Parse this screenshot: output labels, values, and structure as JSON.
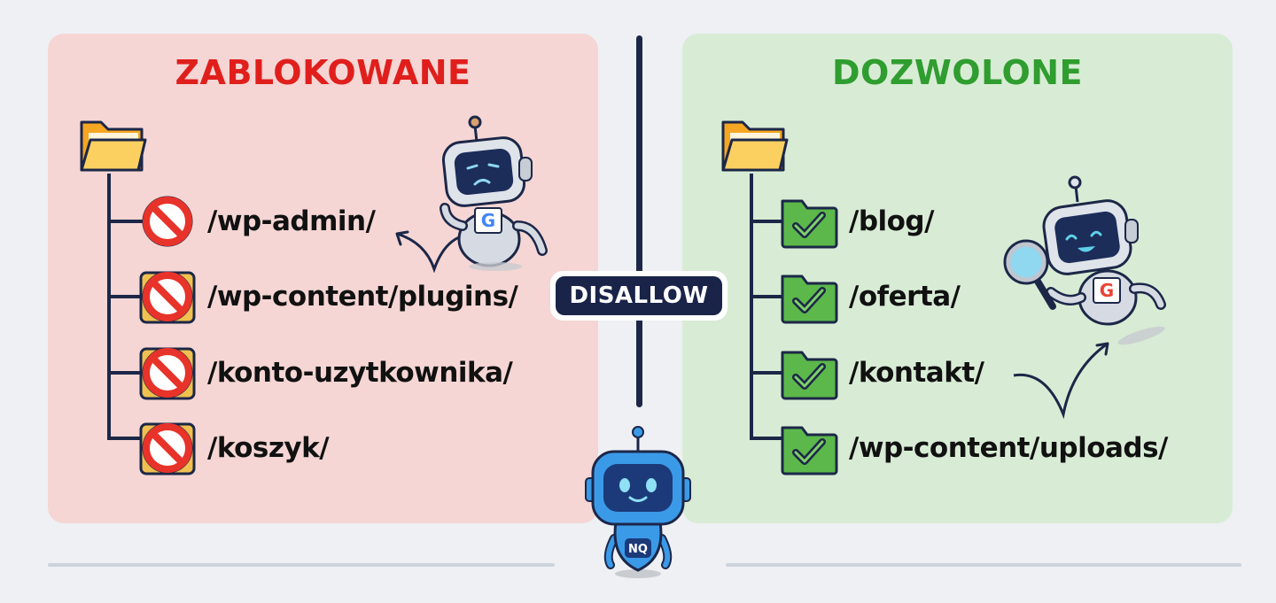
{
  "blocked": {
    "title": "ZABLOKOWANE",
    "color": "#e01f1c",
    "items": [
      {
        "label": "/wp-admin/",
        "icon": "prohibited-icon"
      },
      {
        "label": "/wp-content/plugins/",
        "icon": "prohibited-icon"
      },
      {
        "label": "/konto-uzytkownika/",
        "icon": "prohibited-icon"
      },
      {
        "label": "/koszyk/",
        "icon": "prohibited-icon"
      }
    ],
    "robot": {
      "mood": "sad",
      "badge": "G"
    }
  },
  "allowed": {
    "title": "DOZWOLONE",
    "color": "#2f9d2f",
    "items": [
      {
        "label": "/blog/",
        "icon": "check-folder-icon"
      },
      {
        "label": "/oferta/",
        "icon": "check-folder-icon"
      },
      {
        "label": "/kontakt/",
        "icon": "check-folder-icon"
      },
      {
        "label": "/wp-content/uploads/",
        "icon": "check-folder-icon"
      }
    ],
    "robot": {
      "mood": "happy",
      "badge": "G",
      "tool": "magnifying-glass"
    }
  },
  "center": {
    "badge_label": "DISALLOW",
    "mascot_badge": "NQ"
  }
}
